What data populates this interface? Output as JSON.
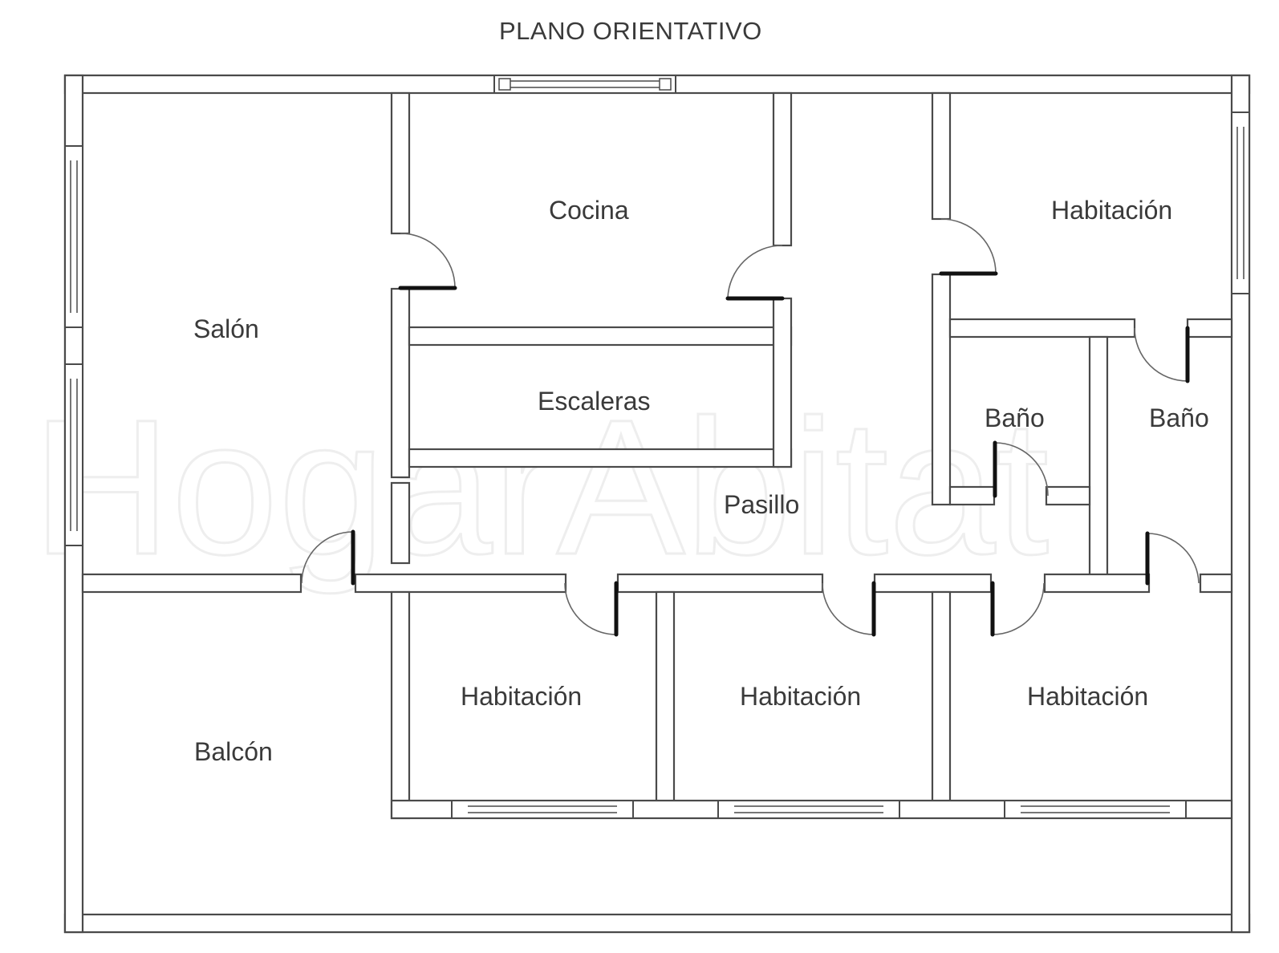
{
  "title": "PLANO ORIENTATIVO",
  "rooms": {
    "salon": "Salón",
    "cocina": "Cocina",
    "escaleras": "Escaleras",
    "habitacion_ne": "Habitación",
    "bano_1": "Baño",
    "bano_2": "Baño",
    "pasillo": "Pasillo",
    "balcon": "Balcón",
    "habitacion_s1": "Habitación",
    "habitacion_s2": "Habitación",
    "habitacion_s3": "Habitación"
  },
  "watermark": "HogarAbitat",
  "colors": {
    "wall_stroke": "#4a4a4a",
    "door_leaf": "#111111",
    "text": "#3a3a3a"
  }
}
